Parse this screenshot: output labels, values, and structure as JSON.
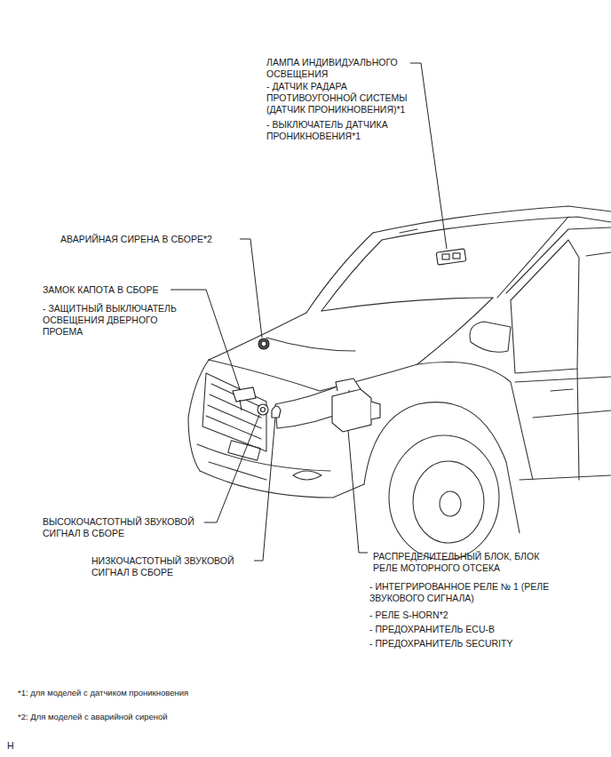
{
  "diagram": {
    "labels": [
      "ЛАМПА ИНДИВИДУАЛЬНОГО ОСВЕЩЕНИЯ",
      "- ДАТЧИК РАДАРА ПРОТИВОУГОННОЙ СИСТЕМЫ (ДАТЧИК ПРОНИКНОВЕНИЯ)*1",
      "- ВЫКЛЮЧАТЕЛЬ ДАТЧИКА ПРОНИКНОВЕНИЯ*1",
      "АВАРИЙНАЯ СИРЕНА В СБОРЕ*2",
      "ЗАМОК КАПОТА В СБОРЕ",
      "- ЗАЩИТНЫЙ ВЫКЛЮЧАТЕЛЬ ОСВЕЩЕНИЯ ДВЕРНОГО ПРОЕМА",
      "ВЫСОКОЧАСТОТНЫЙ ЗВУКОВОЙ СИГНАЛ В СБОРЕ",
      "НИЗКОЧАСТОТНЫЙ ЗВУКОВОЙ СИГНАЛ В СБОРЕ",
      "РАСПРЕДЕЛИТЕЛЬНЫЙ БЛОК, БЛОК РЕЛЕ МОТОРНОГО ОТСЕКА",
      "- ИНТЕГРИРОВАННОЕ РЕЛЕ № 1 (РЕЛЕ ЗВУКОВОГО СИГНАЛА)",
      "- РЕЛЕ S-HORN*2",
      "- ПРЕДОХРАНИТЕЛЬ ECU-B",
      "- ПРЕДОХРАНИТЕЛЬ SECURITY",
      "*1: для моделей с датчиком проникновения",
      "*2: Для моделей с аварийной сиреной",
      "H"
    ]
  }
}
